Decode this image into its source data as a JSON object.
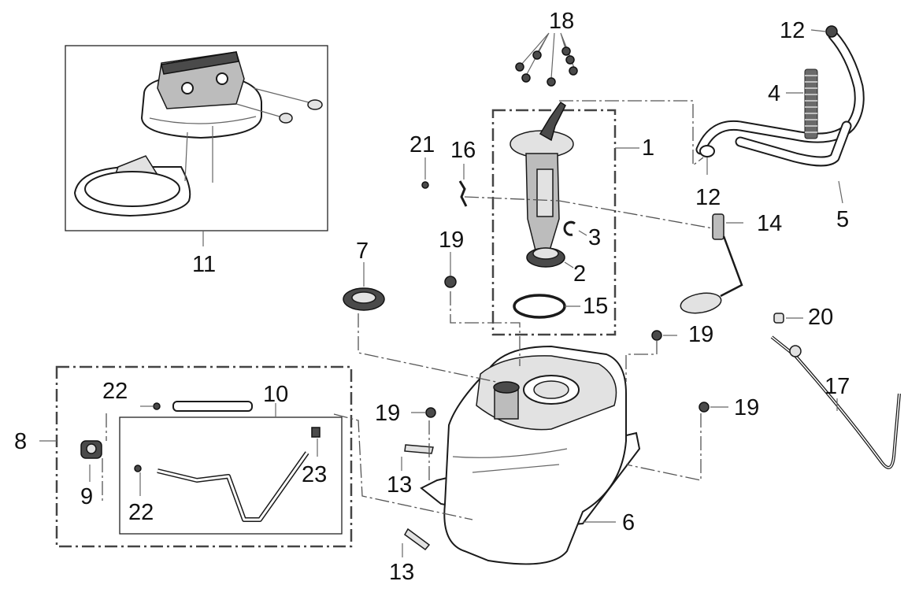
{
  "callouts": [
    {
      "id": "c1",
      "text": "1"
    },
    {
      "id": "c2",
      "text": "2"
    },
    {
      "id": "c3",
      "text": "3"
    },
    {
      "id": "c4",
      "text": "4"
    },
    {
      "id": "c5",
      "text": "5"
    },
    {
      "id": "c6",
      "text": "6"
    },
    {
      "id": "c7",
      "text": "7"
    },
    {
      "id": "c8",
      "text": "8"
    },
    {
      "id": "c9",
      "text": "9"
    },
    {
      "id": "c10",
      "text": "10"
    },
    {
      "id": "c11",
      "text": "11"
    },
    {
      "id": "c12a",
      "text": "12"
    },
    {
      "id": "c12b",
      "text": "12"
    },
    {
      "id": "c13a",
      "text": "13"
    },
    {
      "id": "c13b",
      "text": "13"
    },
    {
      "id": "c14",
      "text": "14"
    },
    {
      "id": "c15",
      "text": "15"
    },
    {
      "id": "c16",
      "text": "16"
    },
    {
      "id": "c17",
      "text": "17"
    },
    {
      "id": "c18",
      "text": "18"
    },
    {
      "id": "c19a",
      "text": "19"
    },
    {
      "id": "c19b",
      "text": "19"
    },
    {
      "id": "c19c",
      "text": "19"
    },
    {
      "id": "c19d",
      "text": "19"
    },
    {
      "id": "c20",
      "text": "20"
    },
    {
      "id": "c21",
      "text": "21"
    },
    {
      "id": "c22a",
      "text": "22"
    },
    {
      "id": "c22b",
      "text": "22"
    },
    {
      "id": "c23",
      "text": "23"
    }
  ]
}
